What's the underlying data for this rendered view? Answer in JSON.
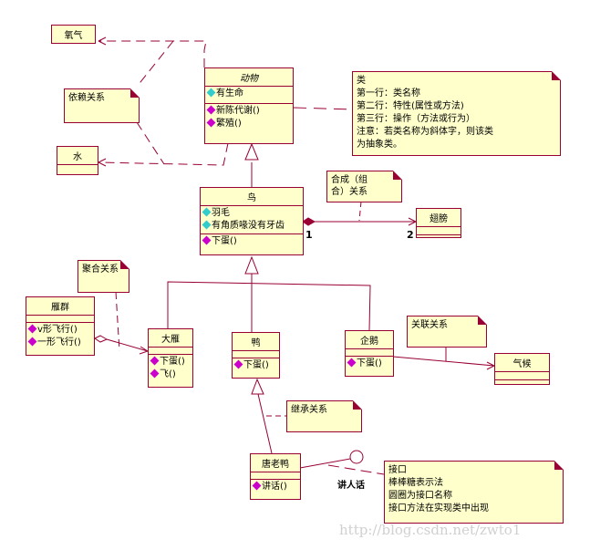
{
  "classes": {
    "oxygen": {
      "name": "氧气"
    },
    "water": {
      "name": "水"
    },
    "animal": {
      "name": "动物",
      "attrs": [
        "有生命"
      ],
      "ops": [
        "新陈代谢()",
        "繁殖()"
      ]
    },
    "bird": {
      "name": "鸟",
      "attrs": [
        "羽毛",
        "有角质喙没有牙齿"
      ],
      "ops": [
        "下蛋()"
      ]
    },
    "wing": {
      "name": "翅膀"
    },
    "goose_flock": {
      "name": "雁群",
      "ops": [
        "v形飞行()",
        "一形飞行()"
      ]
    },
    "wild_goose": {
      "name": "大雁",
      "ops": [
        "下蛋()",
        "飞()"
      ]
    },
    "duck": {
      "name": "鸭",
      "ops": [
        "下蛋()"
      ]
    },
    "penguin": {
      "name": "企鹅",
      "ops": [
        "下蛋()"
      ]
    },
    "climate": {
      "name": "气候"
    },
    "donald": {
      "name": "唐老鸭",
      "ops": [
        "讲话()"
      ]
    }
  },
  "notes": {
    "dependency": "依赖关系",
    "class_info": [
      "类",
      "第一行：类名称",
      "第二行：特性(属性或方法)",
      "第三行：操作（方法或行为）",
      "注意：若类名称为斜体字，则该类",
      "为抽象类。"
    ],
    "composition": [
      "合成（组",
      "合）关系"
    ],
    "aggregation": "聚合关系",
    "association": "关联关系",
    "inheritance": "继承关系",
    "interface": [
      "接口",
      "棒棒糖表示法",
      "圆圈为接口名称",
      "接口方法在实现类中出现"
    ]
  },
  "multiplicity": {
    "left": "1",
    "right": "2"
  },
  "interface_name": "讲人话",
  "watermark": "http://blog.csdn.net/zwto1",
  "colors": {
    "border": "#990033",
    "fill": "#ffffcc"
  }
}
